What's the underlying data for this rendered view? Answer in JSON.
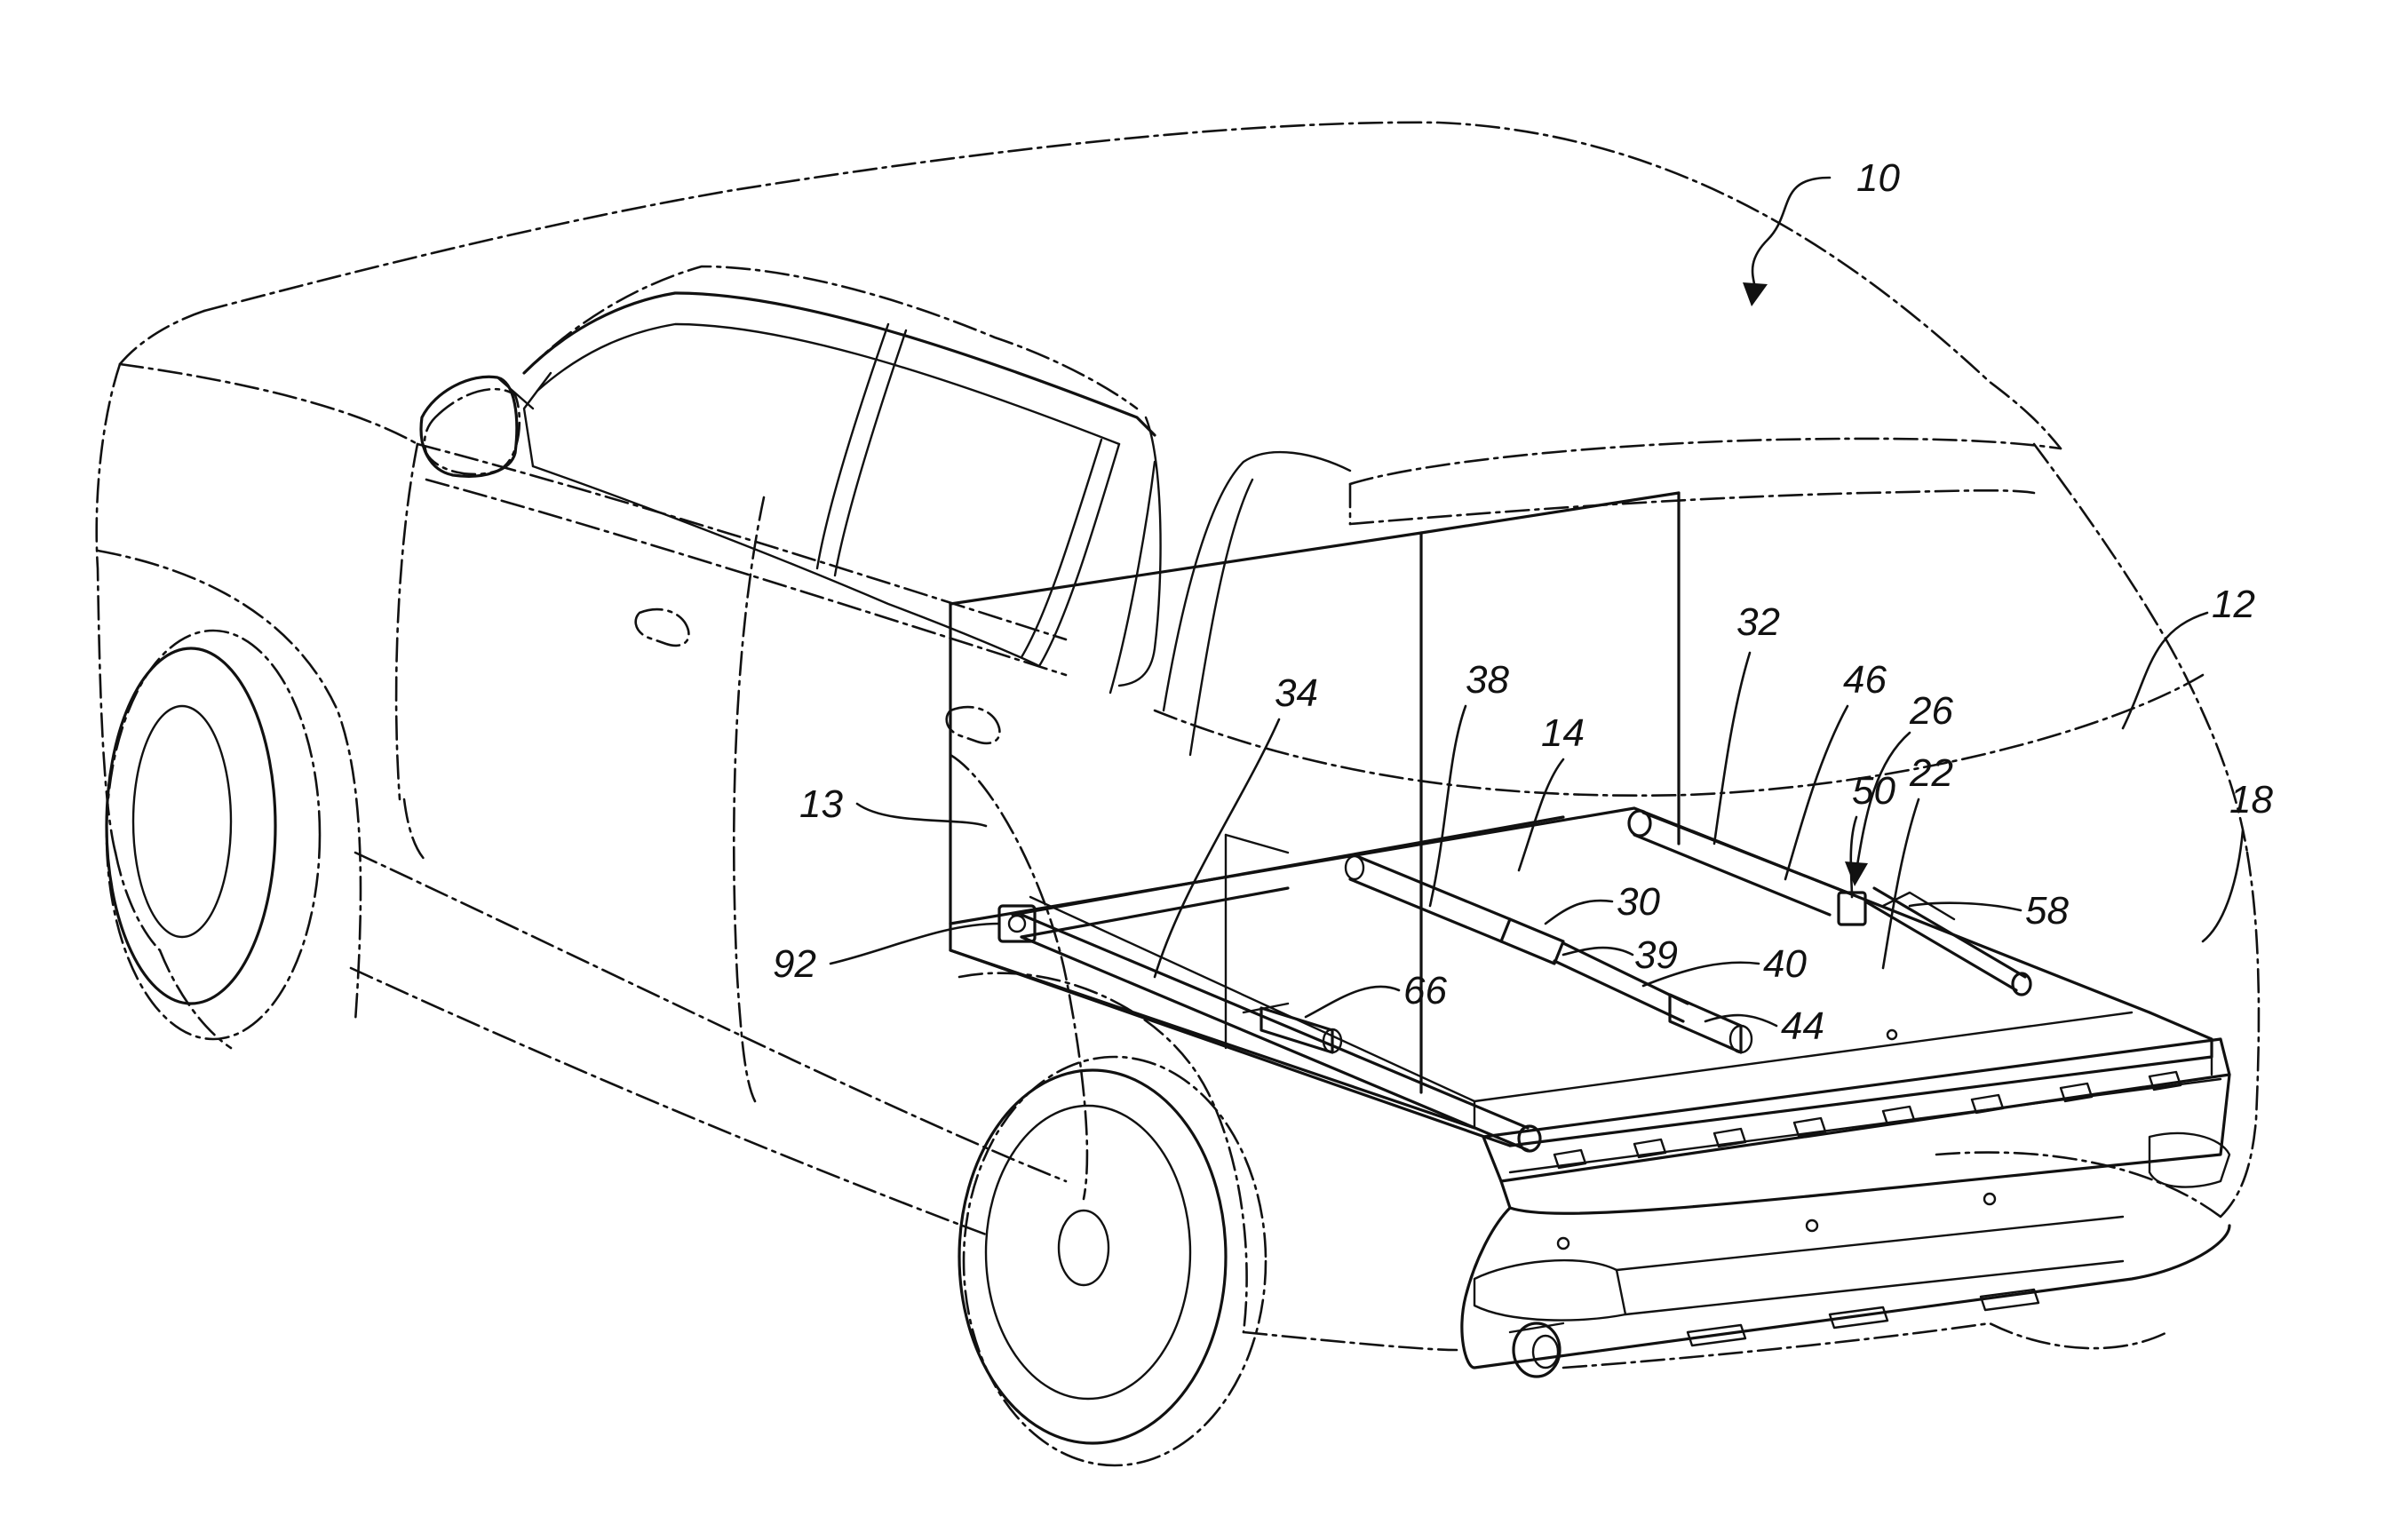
{
  "figure": {
    "labels": {
      "l10": "10",
      "l12": "12",
      "l13": "13",
      "l14": "14",
      "l18": "18",
      "l22": "22",
      "l26": "26",
      "l30": "30",
      "l32": "32",
      "l34": "34",
      "l38": "38",
      "l39": "39",
      "l40": "40",
      "l44": "44",
      "l46": "46",
      "l50": "50",
      "l58": "58",
      "l66": "66",
      "l92": "92"
    }
  }
}
